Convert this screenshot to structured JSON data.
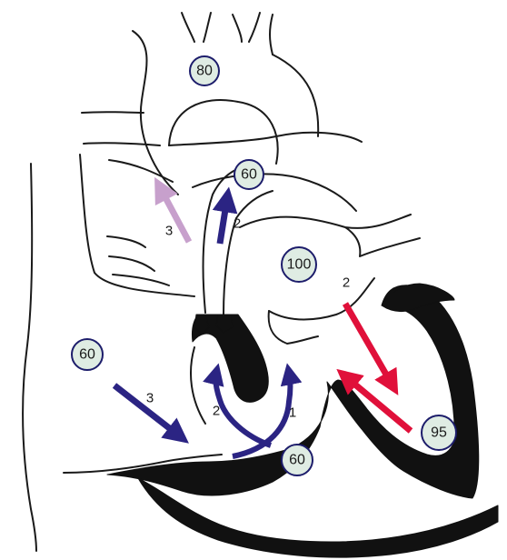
{
  "colors": {
    "outline": "#1a1a1a",
    "myocardium": "#111111",
    "badge_fill": "#dfece3",
    "badge_ring": "#1d1d6b",
    "arrow_deoxygenated": "#2b2483",
    "arrow_oxygenated": "#e0103a",
    "arrow_mixed": "#c7a0cc"
  },
  "saturation_badges": [
    {
      "id": "aortic-arch",
      "value": "80"
    },
    {
      "id": "pulmonary-artery",
      "value": "60"
    },
    {
      "id": "left-atrium",
      "value": "100"
    },
    {
      "id": "right-atrium",
      "value": "60"
    },
    {
      "id": "right-ventricle",
      "value": "60"
    },
    {
      "id": "left-ventricle",
      "value": "95"
    }
  ],
  "flow_arrows": [
    {
      "id": "ductus-arteriosus",
      "label": "3",
      "color": "arrow_mixed"
    },
    {
      "id": "pulmonary-trunk",
      "label": "2",
      "color": "arrow_deoxygenated"
    },
    {
      "id": "mitral-inflow",
      "label": "2",
      "color": "arrow_oxygenated"
    },
    {
      "id": "lv-outflow",
      "label": "",
      "color": "arrow_oxygenated"
    },
    {
      "id": "ra-inflow",
      "label": "3",
      "color": "arrow_deoxygenated"
    },
    {
      "id": "rv-to-pulmonary",
      "label": "2",
      "color": "arrow_deoxygenated"
    },
    {
      "id": "rv-to-aorta",
      "label": "1",
      "color": "arrow_deoxygenated"
    }
  ]
}
